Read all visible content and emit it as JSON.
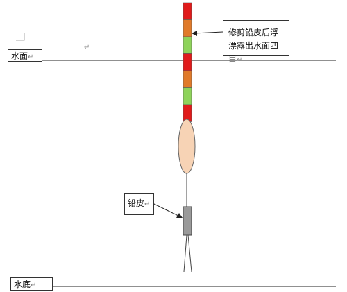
{
  "labels": {
    "water_surface": "水面",
    "water_bottom": "水底",
    "lead_sinker": "铅皮",
    "callout": "修剪铅皮后浮漂露出水面四目"
  },
  "marks": {
    "return": "↵"
  },
  "colors": {
    "red": "#e01b1b",
    "orange": "#e07a2a",
    "green": "#8ed35a",
    "float_body": "#f7d3b5",
    "sinker": "#9a9a9a",
    "line": "#222222"
  },
  "float_segments": [
    "red",
    "orange",
    "green",
    "red",
    "orange",
    "green",
    "red"
  ]
}
